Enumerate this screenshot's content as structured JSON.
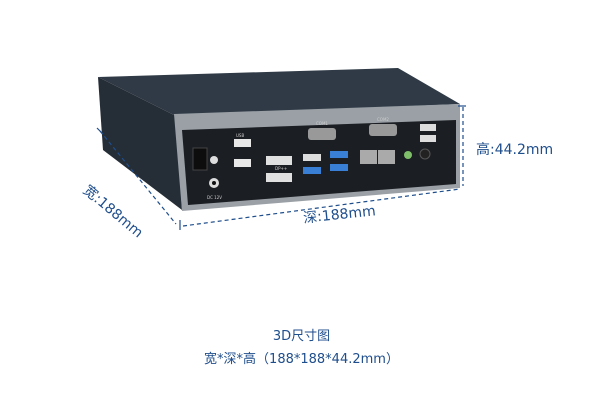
{
  "dimensions": {
    "width_label": "宽:188mm",
    "depth_label": "深:188mm",
    "height_label": "高:44.2mm"
  },
  "caption": {
    "title": "3D尺寸图",
    "subtitle": "宽*深*高（188*188*44.2mm）"
  },
  "ports": {
    "usb": "USB",
    "com1": "COM1",
    "com2": "COM2",
    "dp": "DP++",
    "dc": "DC 12V"
  },
  "colors": {
    "annotation": "#1f4e8c",
    "chassis": "#2a3440",
    "panel": "#1a1d22"
  }
}
